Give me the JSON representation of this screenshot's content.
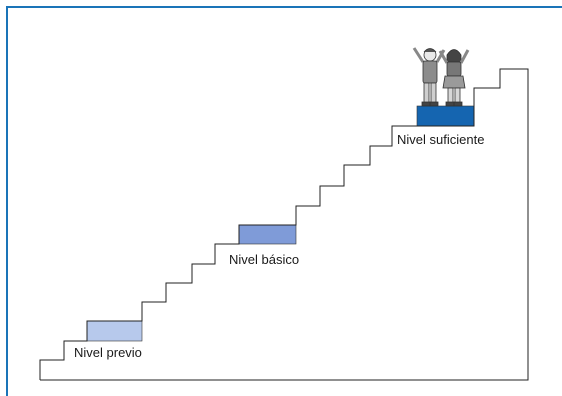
{
  "frame": {
    "border_color": "#1a74b8"
  },
  "levels": [
    {
      "label": "Nivel previo",
      "color": "#b7c9ec"
    },
    {
      "label": "Nivel básico",
      "color": "#7f9bd8"
    },
    {
      "label": "Nivel suficiente",
      "color": "#1565b0"
    }
  ],
  "illustration": {
    "icon": "two-children-arms-raised-icon"
  }
}
